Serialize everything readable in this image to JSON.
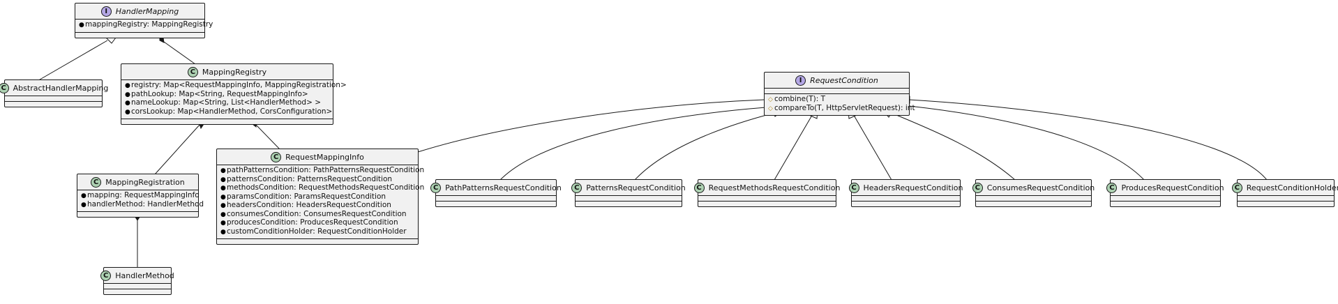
{
  "stereotypes": {
    "class": "C",
    "interface": "I"
  },
  "colors": {
    "class_badge": "#add1b2",
    "interface_badge": "#b4a7e5",
    "box_fill": "#f1f1f1",
    "line": "#181818"
  },
  "classes": {
    "handler_mapping": {
      "name": "HandlerMapping",
      "kind": "interface",
      "fields": [
        "mappingRegistry: MappingRegistry"
      ]
    },
    "abstract_handler_mapping": {
      "name": "AbstractHandlerMapping",
      "kind": "class",
      "fields": []
    },
    "mapping_registry": {
      "name": "MappingRegistry",
      "kind": "class",
      "fields": [
        "registry: Map<RequestMappingInfo, MappingRegistration>",
        "pathLookup: Map<String, RequestMappingInfo>",
        "nameLookup: Map<String, List<HandlerMethod> >",
        "corsLookup: Map<HandlerMethod, CorsConfiguration>"
      ]
    },
    "mapping_registration": {
      "name": "MappingRegistration",
      "kind": "class",
      "fields": [
        "mapping: RequestMappingInfo",
        "handlerMethod: HandlerMethod"
      ]
    },
    "handler_method": {
      "name": "HandlerMethod",
      "kind": "class",
      "fields": []
    },
    "request_mapping_info": {
      "name": "RequestMappingInfo",
      "kind": "class",
      "fields": [
        "pathPatternsCondition: PathPatternsRequestCondition",
        "patternsCondition: PatternsRequestCondition",
        "methodsCondition: RequestMethodsRequestCondition",
        "paramsCondition: ParamsRequestCondition",
        "headersCondition: HeadersRequestCondition",
        "consumesCondition: ConsumesRequestCondition",
        "producesCondition: ProducesRequestCondition",
        "customConditionHolder: RequestConditionHolder"
      ]
    },
    "request_condition": {
      "name": "RequestCondition",
      "kind": "interface",
      "methods": [
        "combine(T): T",
        "compareTo(T, HttpServletRequest): int"
      ]
    },
    "path_patterns_rc": {
      "name": "PathPatternsRequestCondition",
      "kind": "class"
    },
    "patterns_rc": {
      "name": "PatternsRequestCondition",
      "kind": "class"
    },
    "request_methods_rc": {
      "name": "RequestMethodsRequestCondition",
      "kind": "class"
    },
    "headers_rc": {
      "name": "HeadersRequestCondition",
      "kind": "class"
    },
    "consumes_rc": {
      "name": "ConsumesRequestCondition",
      "kind": "class"
    },
    "produces_rc": {
      "name": "ProducesRequestCondition",
      "kind": "class"
    },
    "request_condition_holder": {
      "name": "RequestConditionHolder",
      "kind": "class"
    }
  },
  "relations": [
    {
      "from": "abstract_handler_mapping",
      "to": "handler_mapping",
      "type": "realization"
    },
    {
      "from": "handler_mapping",
      "to": "mapping_registry",
      "type": "composition"
    },
    {
      "from": "mapping_registry",
      "to": "mapping_registration",
      "type": "composition"
    },
    {
      "from": "mapping_registry",
      "to": "request_mapping_info",
      "type": "composition"
    },
    {
      "from": "mapping_registration",
      "to": "handler_method",
      "type": "composition"
    },
    {
      "from": "request_mapping_info",
      "to": "request_condition",
      "type": "realization"
    },
    {
      "from": "path_patterns_rc",
      "to": "request_condition",
      "type": "realization"
    },
    {
      "from": "patterns_rc",
      "to": "request_condition",
      "type": "realization"
    },
    {
      "from": "request_methods_rc",
      "to": "request_condition",
      "type": "realization"
    },
    {
      "from": "headers_rc",
      "to": "request_condition",
      "type": "realization"
    },
    {
      "from": "consumes_rc",
      "to": "request_condition",
      "type": "realization"
    },
    {
      "from": "produces_rc",
      "to": "request_condition",
      "type": "realization"
    },
    {
      "from": "request_condition_holder",
      "to": "request_condition",
      "type": "realization"
    }
  ]
}
